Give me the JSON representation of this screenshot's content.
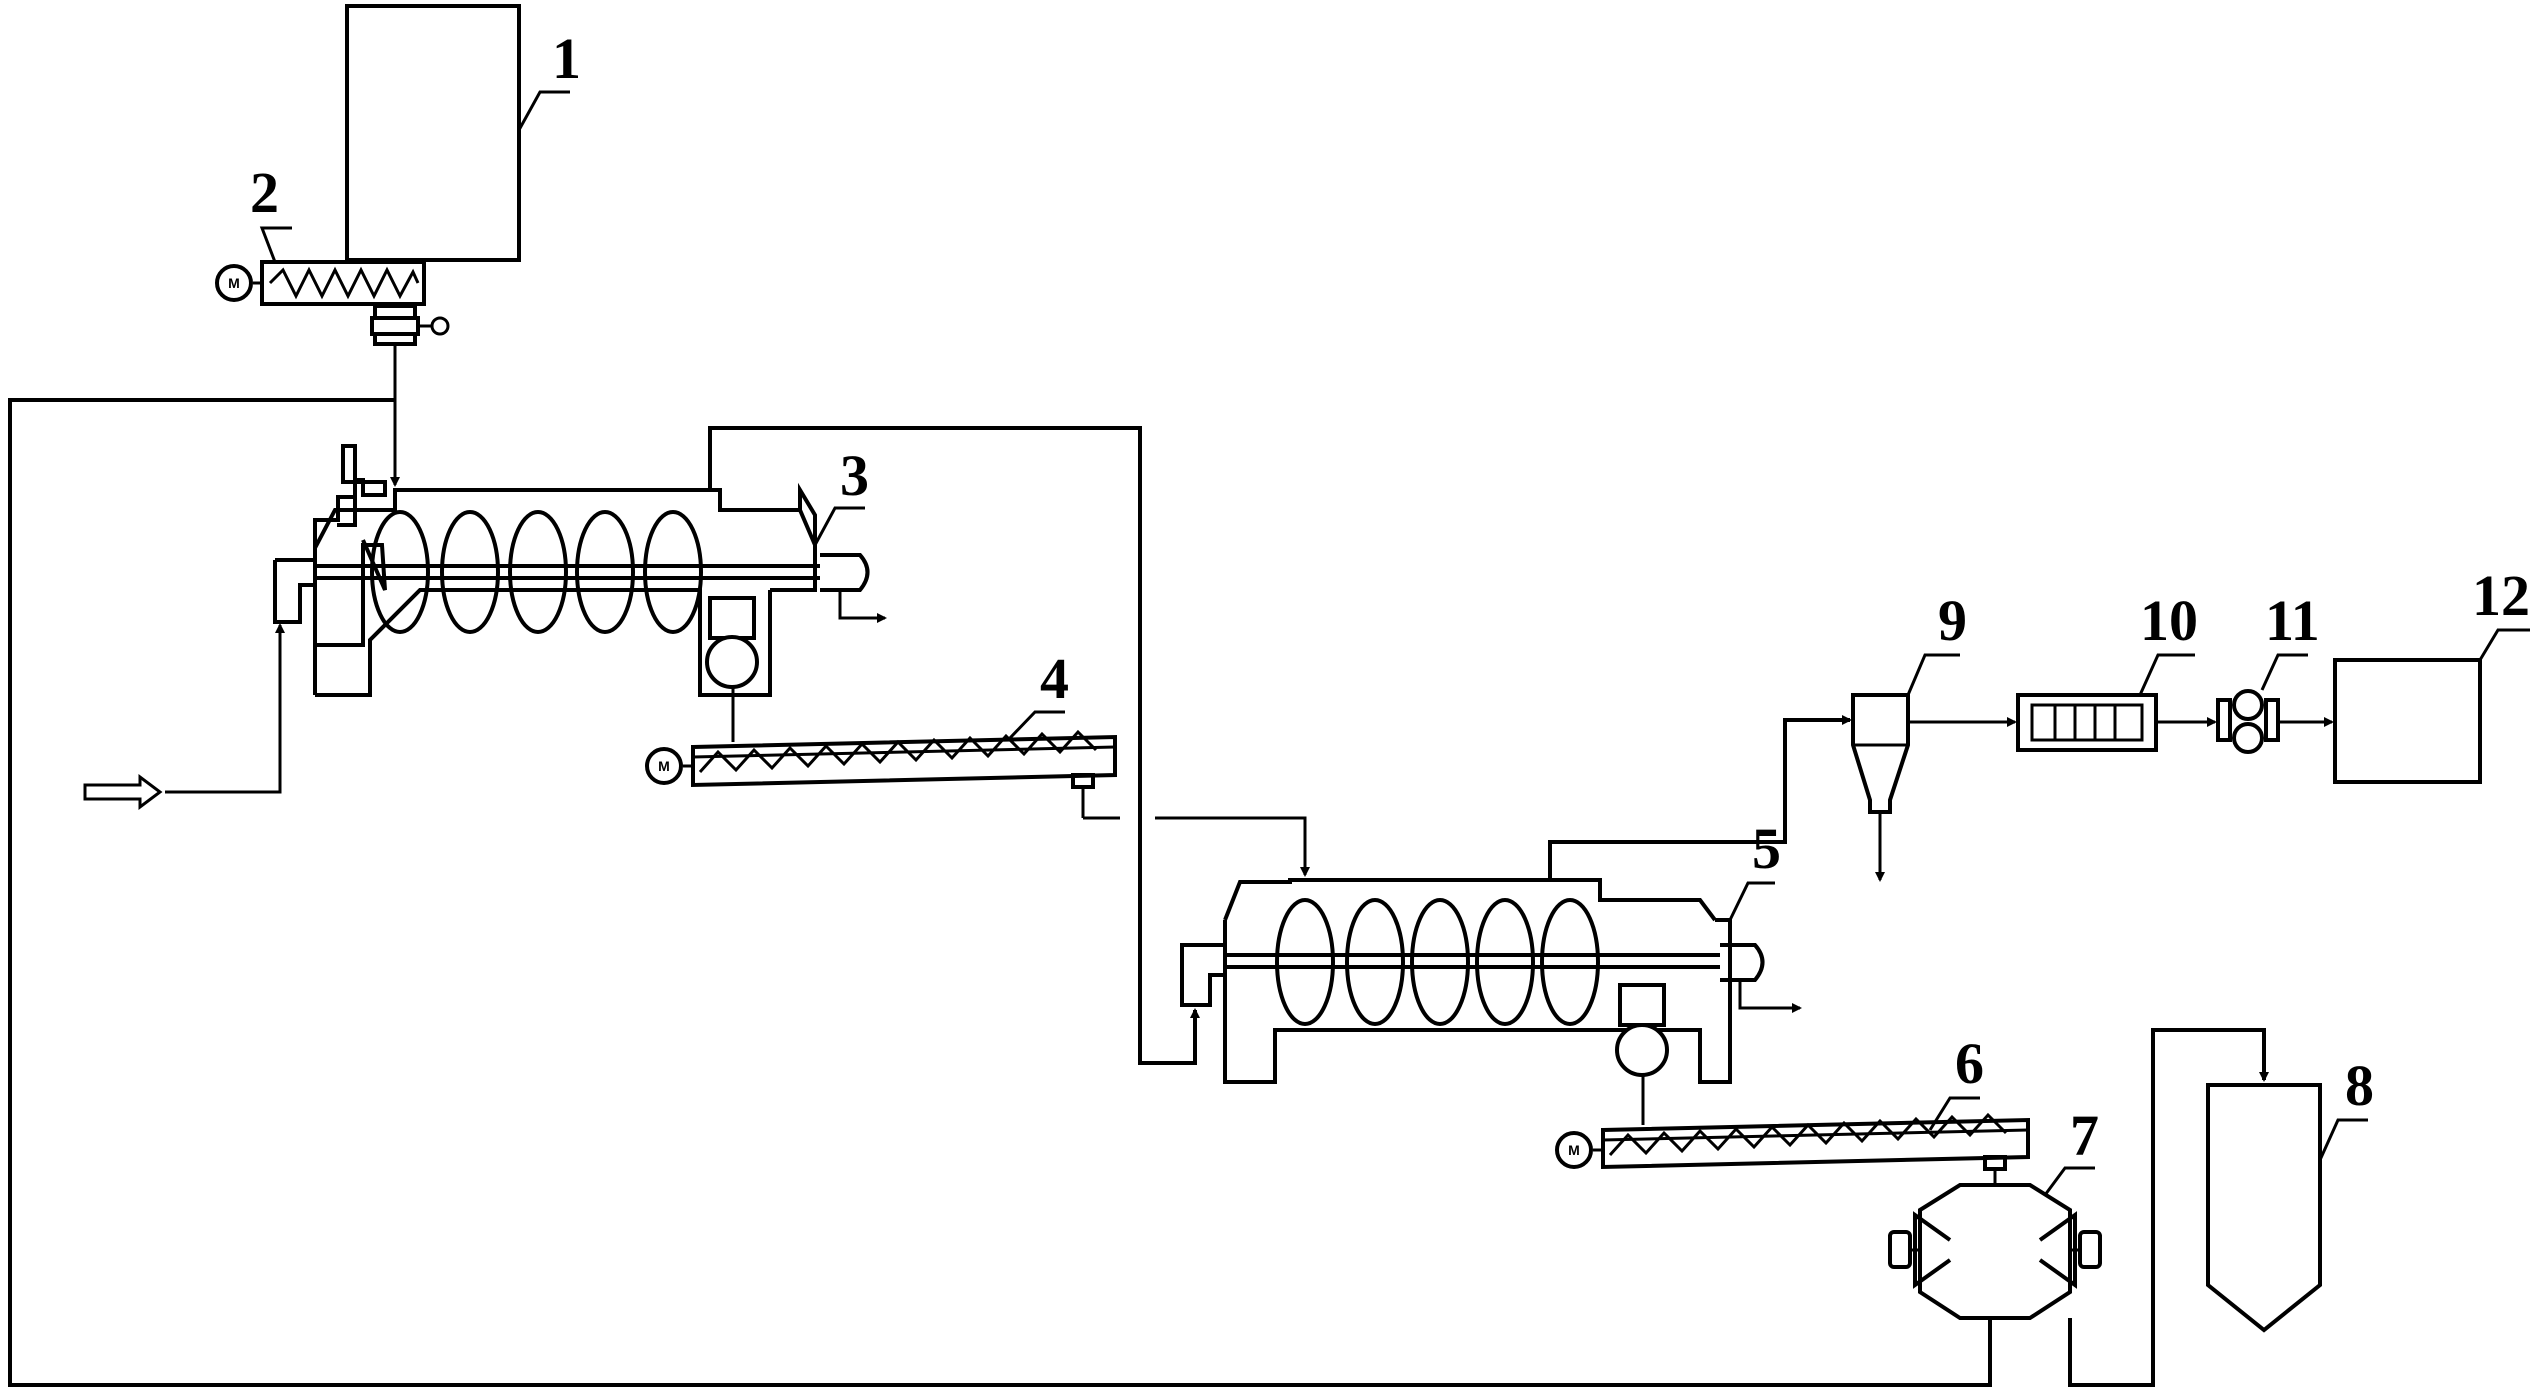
{
  "labels": {
    "l1": "1",
    "l2": "2",
    "l3": "3",
    "l4": "4",
    "l5": "5",
    "l6": "6",
    "l7": "7",
    "l8": "8",
    "l9": "9",
    "l10": "10",
    "l11": "11",
    "l12": "12"
  },
  "motor": "M"
}
